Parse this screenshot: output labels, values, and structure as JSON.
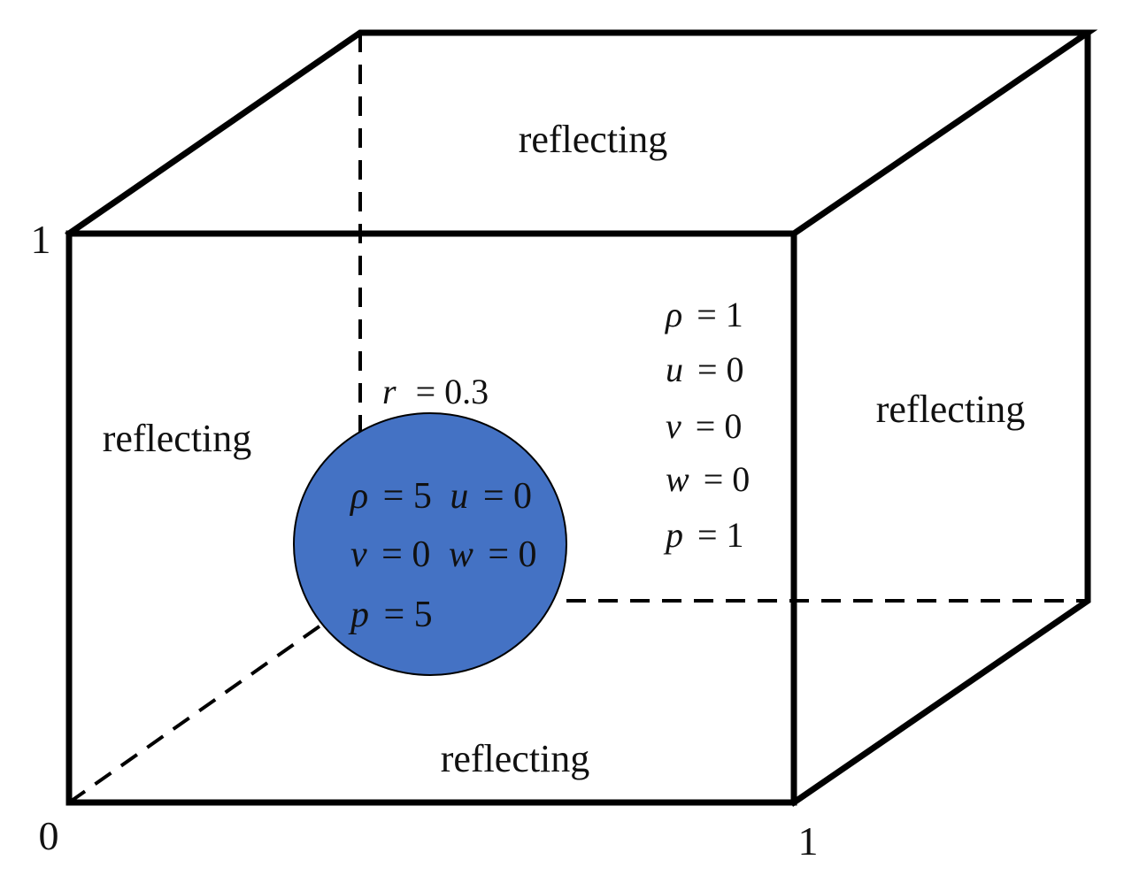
{
  "boundaries": {
    "top": "reflecting",
    "left": "reflecting",
    "right": "reflecting",
    "bottom": "reflecting"
  },
  "axes": {
    "origin": "0",
    "x_max": "1",
    "y_max": "1"
  },
  "sphere": {
    "radius_var": "r",
    "radius_eq": "= 0.3",
    "fill_color": "#4472c4",
    "lines": [
      [
        {
          "var": "ρ",
          "eq": "= 5"
        },
        {
          "var": "u",
          "eq": "= 0"
        }
      ],
      [
        {
          "var": "v",
          "eq": "= 0"
        },
        {
          "var": "w",
          "eq": "= 0"
        }
      ],
      [
        {
          "var": "p",
          "eq": "= 5"
        }
      ]
    ]
  },
  "ambient": [
    {
      "var": "ρ",
      "eq": "= 1"
    },
    {
      "var": "u",
      "eq": "= 0"
    },
    {
      "var": "v",
      "eq": "= 0"
    },
    {
      "var": "w",
      "eq": "= 0"
    },
    {
      "var": "p",
      "eq": "= 1"
    }
  ]
}
